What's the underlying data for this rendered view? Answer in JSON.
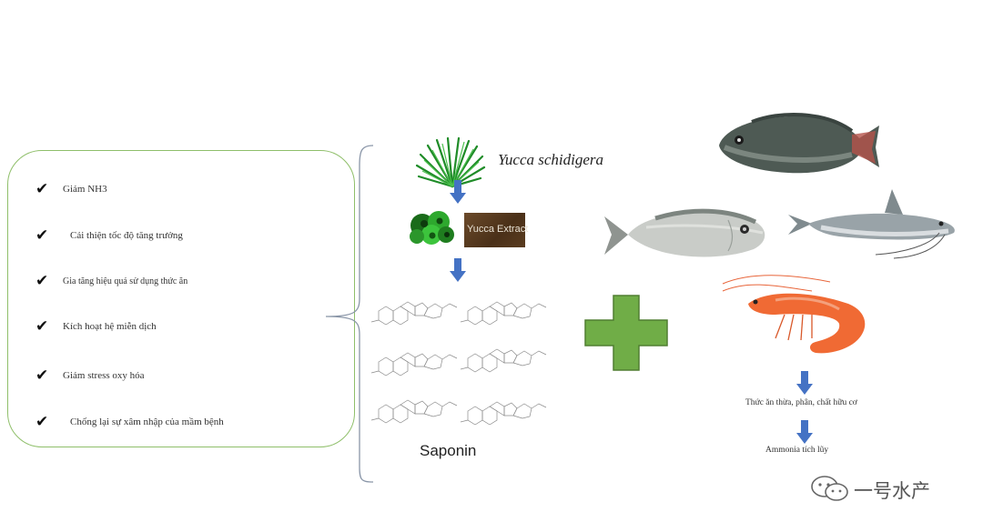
{
  "benefits": [
    "Giảm NH3",
    "Cải thiện tốc độ tăng trưởng",
    "Gia tăng hiệu quả sử dụng thức ăn",
    "Kích hoạt hệ miễn dịch",
    "Giảm stress oxy hóa",
    "Chống lại sự xâm nhập của mầm bệnh"
  ],
  "plant_name": "Yucca schidigera",
  "extract_label": "Yucca Extract",
  "saponin_label": "Saponin",
  "waste_label": "Thức ăn thừa, phân, chất hữu cơ",
  "ammonia_label": "Ammonia tích lũy",
  "watermark": "一号水产",
  "colors": {
    "box_border": "#8fbf6a",
    "arrow_blue": "#4472c4",
    "plus_green": "#70ad47",
    "plus_border": "#507e32"
  },
  "icons": [
    "check-icon",
    "yucca-plant-icon",
    "cell-cluster-icon",
    "down-arrow-icon",
    "plus-icon",
    "tilapia-fish-icon",
    "seabream-fish-icon",
    "catfish-icon",
    "shrimp-icon",
    "wechat-icon"
  ]
}
